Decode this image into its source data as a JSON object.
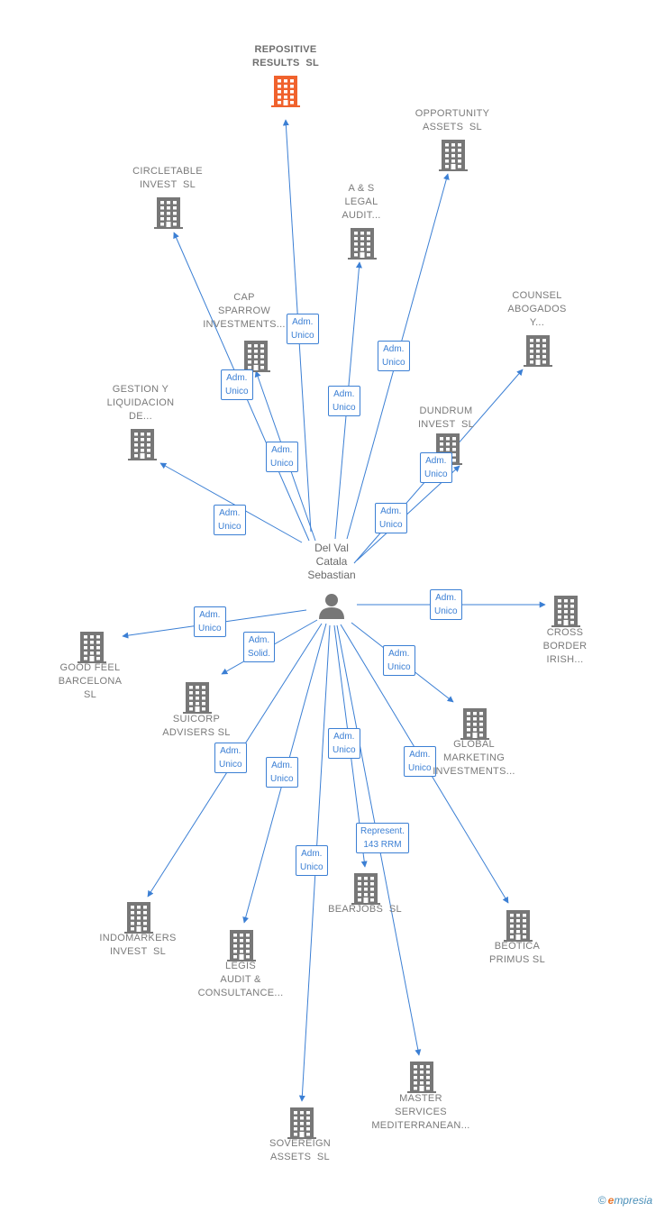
{
  "colors": {
    "edge": "#3b7fd4",
    "building": "#777777",
    "focus_building": "#f0622d",
    "person": "#777777"
  },
  "center": {
    "name": "Del Val\nCatala\nSebastian",
    "icon": "person-icon"
  },
  "companies": [
    {
      "id": "repositive",
      "name": "REPOSITIVE\nRESULTS  SL",
      "focus": true
    },
    {
      "id": "opportunity",
      "name": "OPPORTUNITY\nASSETS  SL"
    },
    {
      "id": "circletable",
      "name": "CIRCLETABLE\nINVEST  SL"
    },
    {
      "id": "as-legal",
      "name": "A & S\nLEGAL\nAUDIT..."
    },
    {
      "id": "cap-sparrow",
      "name": "CAP\nSPARROW\nINVESTMENTS..."
    },
    {
      "id": "counsel",
      "name": "COUNSEL\nABOGADOS\nY..."
    },
    {
      "id": "gestion",
      "name": "GESTION Y\nLIQUIDACION\nDE..."
    },
    {
      "id": "dundrum",
      "name": "DUNDRUM\nINVEST  SL"
    },
    {
      "id": "cross-border",
      "name": "CROSS\nBORDER\nIRISH..."
    },
    {
      "id": "good-feel",
      "name": "GOOD FEEL\nBARCELONA\nSL"
    },
    {
      "id": "suicorp",
      "name": "SUICORP\nADVISERS SL"
    },
    {
      "id": "global-marketing",
      "name": "GLOBAL\nMARKETING\nINVESTMENTS..."
    },
    {
      "id": "indomarkers",
      "name": "INDOMARKERS\nINVEST  SL"
    },
    {
      "id": "legis",
      "name": "LEGIS\nAUDIT &\nCONSULTANCE..."
    },
    {
      "id": "bearjobs",
      "name": "BEARJOBS  SL"
    },
    {
      "id": "beotica",
      "name": "BEOTICA\nPRIMUS SL"
    },
    {
      "id": "master-services",
      "name": "MASTER\nSERVICES\nMEDITERRANEAN..."
    },
    {
      "id": "sovereign",
      "name": "SOVEREIGN\nASSETS  SL"
    }
  ],
  "relations": [
    {
      "target": "repositive",
      "role": "Adm.\nUnico"
    },
    {
      "target": "opportunity",
      "role": "Adm.\nUnico"
    },
    {
      "target": "circletable",
      "role": "Adm.\nUnico"
    },
    {
      "target": "as-legal",
      "role": "Adm.\nUnico"
    },
    {
      "target": "cap-sparrow",
      "role": "Adm.\nUnico"
    },
    {
      "target": "counsel",
      "role": "Adm.\nUnico"
    },
    {
      "target": "gestion",
      "role": "Adm.\nUnico"
    },
    {
      "target": "dundrum",
      "role": "Adm.\nUnico"
    },
    {
      "target": "cross-border",
      "role": "Adm.\nUnico"
    },
    {
      "target": "good-feel",
      "role": "Adm.\nUnico"
    },
    {
      "target": "suicorp",
      "role": "Adm.\nSolid."
    },
    {
      "target": "global-marketing",
      "role": "Adm.\nUnico"
    },
    {
      "target": "indomarkers",
      "role": "Adm.\nUnico"
    },
    {
      "target": "legis",
      "role": "Adm.\nUnico"
    },
    {
      "target": "bearjobs",
      "role": "Adm.\nUnico"
    },
    {
      "target": "beotica",
      "role": "Adm.\nUnico"
    },
    {
      "target": "master-services",
      "role": "Represent.\n143 RRM"
    },
    {
      "target": "sovereign",
      "role": "Adm.\nUnico"
    }
  ],
  "footer": {
    "copyright": "©",
    "brand_initial": "e",
    "brand_rest": "mpresia"
  }
}
